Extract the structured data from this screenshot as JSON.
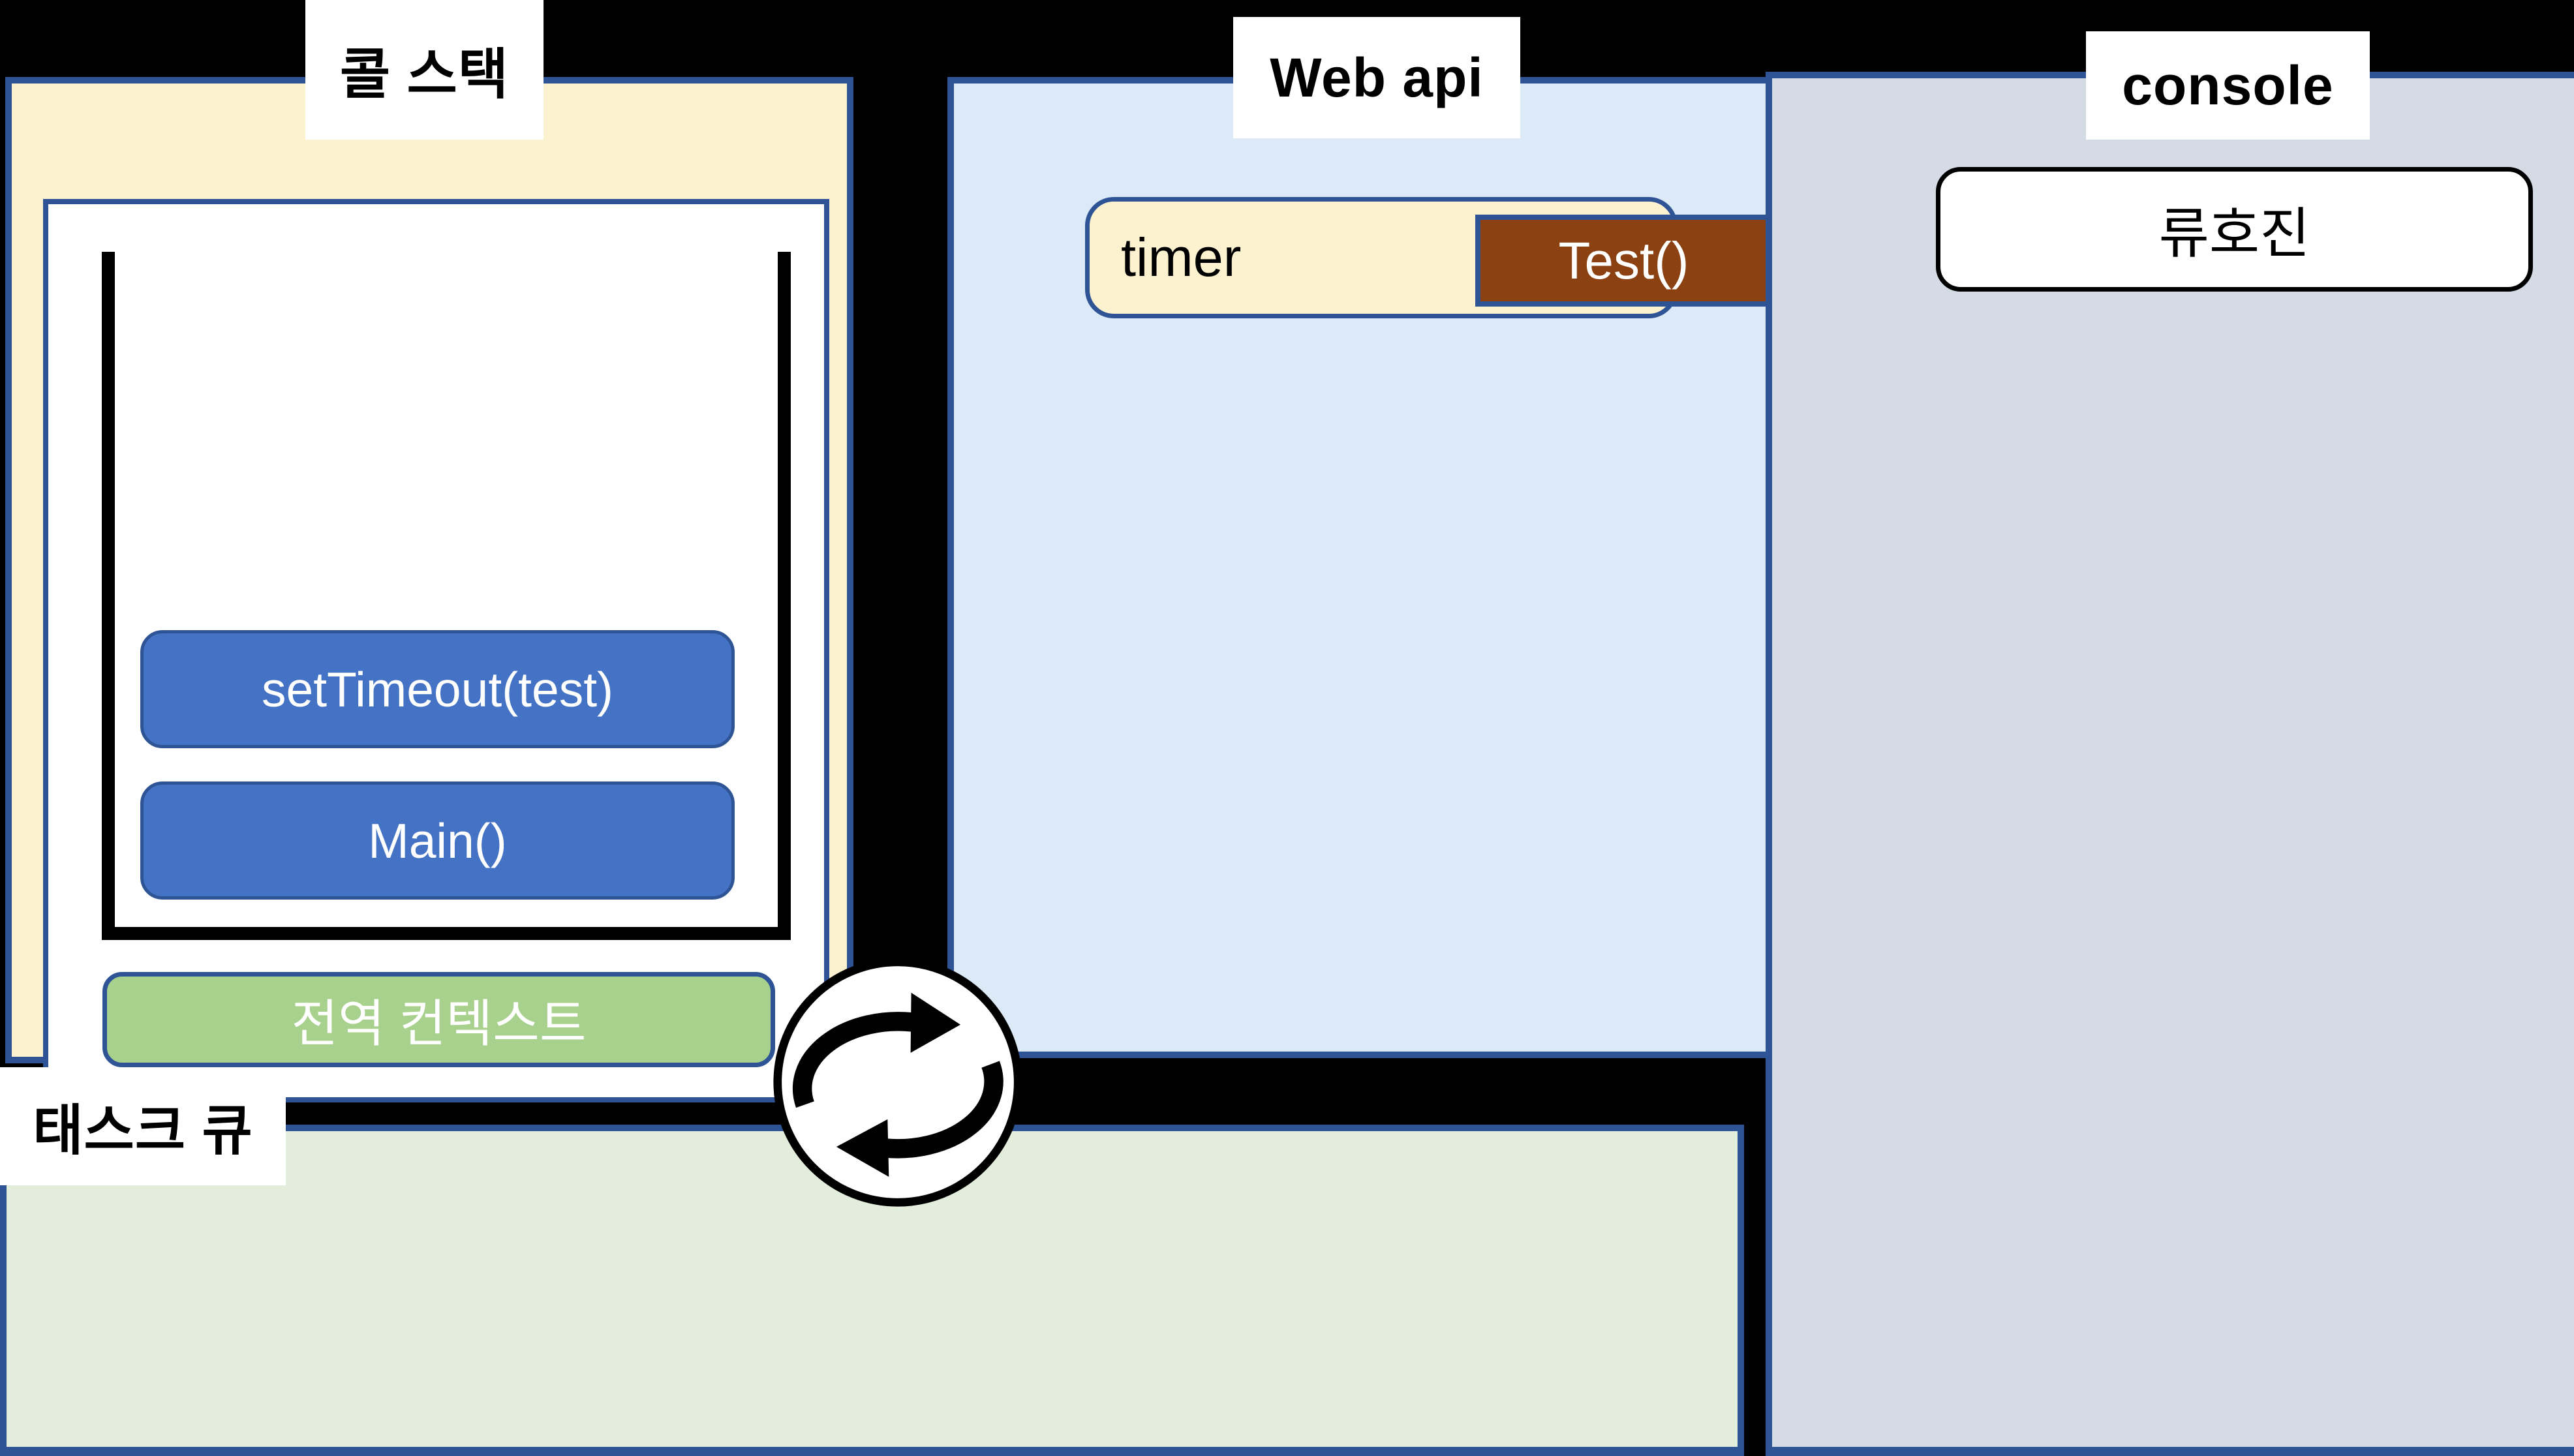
{
  "diagram": {
    "description": "JavaScript event loop diagram"
  },
  "call_stack": {
    "title": "콜 스택",
    "frames": [
      {
        "label": "setTimeout(test)"
      },
      {
        "label": "Main()"
      }
    ],
    "context_label": "전역 컨텍스트"
  },
  "web_api": {
    "title": "Web api",
    "timer_label": "timer",
    "callback_label": "Test()"
  },
  "console": {
    "title": "console",
    "output_label": "류호진"
  },
  "task_queue": {
    "title": "태스크 큐"
  },
  "icons": {
    "event_loop": "event-loop-cycle-icon"
  },
  "colors": {
    "background": "#000000",
    "panel_border": "#2F5496",
    "call_stack_bg": "#FDF2CF",
    "web_api_bg": "#DCE9F7",
    "console_bg": "#D5DBE4",
    "task_queue_bg": "#E2EEDB",
    "stack_frame_bg": "#4472C4",
    "global_context_bg": "#A9D18E",
    "timer_bg": "#FDF2CF",
    "callback_bg": "#8B4111",
    "label_bg": "#FFFFFF"
  }
}
